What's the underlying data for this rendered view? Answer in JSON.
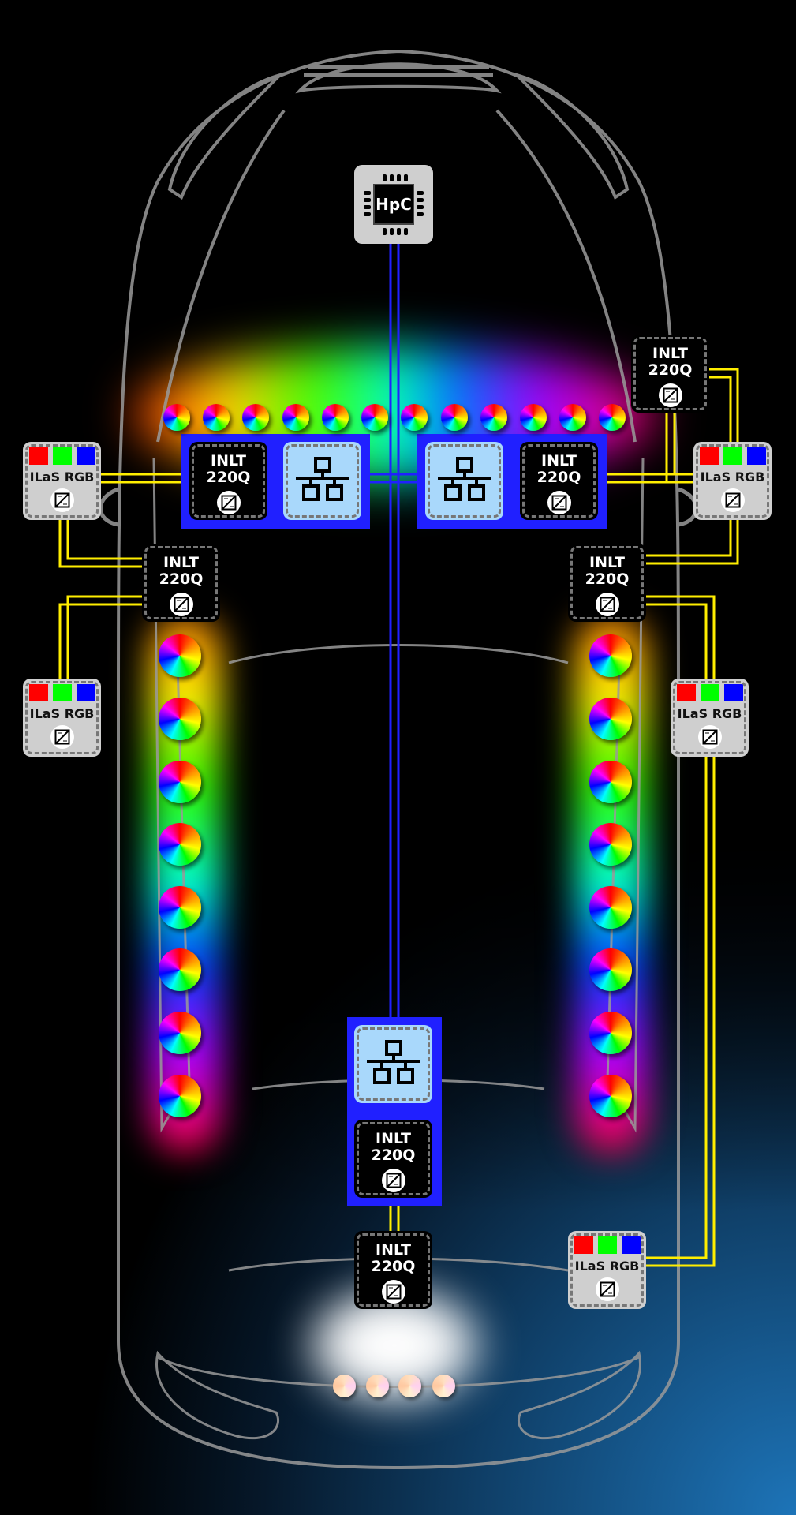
{
  "hpc": {
    "label": "HpC",
    "icon": "cpu-chip-icon"
  },
  "inlt_modules": [
    {
      "name": "INLT",
      "model": "220Q"
    },
    {
      "name": "INLT",
      "model": "220Q"
    },
    {
      "name": "INLT",
      "model": "220Q"
    },
    {
      "name": "INLT",
      "model": "220Q"
    },
    {
      "name": "INLT",
      "model": "220Q"
    },
    {
      "name": "INLT",
      "model": "220Q"
    },
    {
      "name": "INLT",
      "model": "220Q"
    }
  ],
  "ilas_modules": [
    {
      "label": "ILaS RGB"
    },
    {
      "label": "ILaS RGB"
    },
    {
      "label": "ILaS RGB"
    },
    {
      "label": "ILaS RGB"
    },
    {
      "label": "ILaS RGB"
    }
  ],
  "icons": {
    "switch": "network-switch-icon",
    "converter": "dc-dc-converter-icon"
  },
  "colors": {
    "bus": "#2020ff",
    "wire": "#ffee00",
    "switch_bg": "#a9d8fb",
    "outline": "#9a9a9a",
    "rgb": [
      "#ff0000",
      "#00ff00",
      "#0000ff"
    ]
  }
}
